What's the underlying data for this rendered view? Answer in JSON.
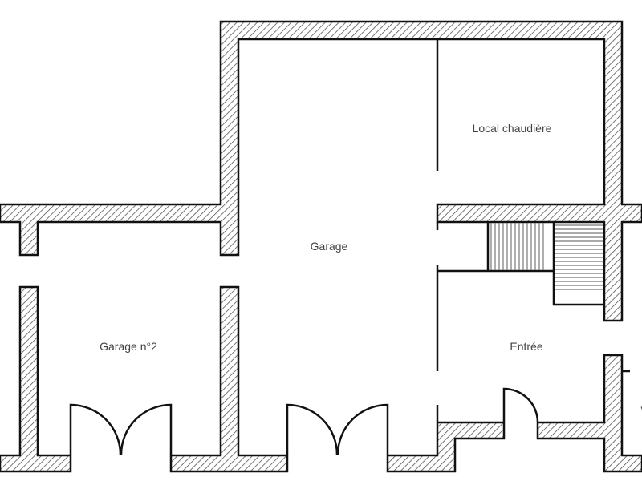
{
  "plan": {
    "rooms": [
      {
        "id": "local-chaudiere",
        "label": "Local chaudière"
      },
      {
        "id": "garage",
        "label": "Garage"
      },
      {
        "id": "garage-2",
        "label": "Garage n°2"
      },
      {
        "id": "entree",
        "label": "Entrée"
      }
    ],
    "cut_label": "V"
  },
  "colors": {
    "wall_stroke": "#111111",
    "hatch": "#555555",
    "stair": "#777777",
    "text": "#444444"
  }
}
